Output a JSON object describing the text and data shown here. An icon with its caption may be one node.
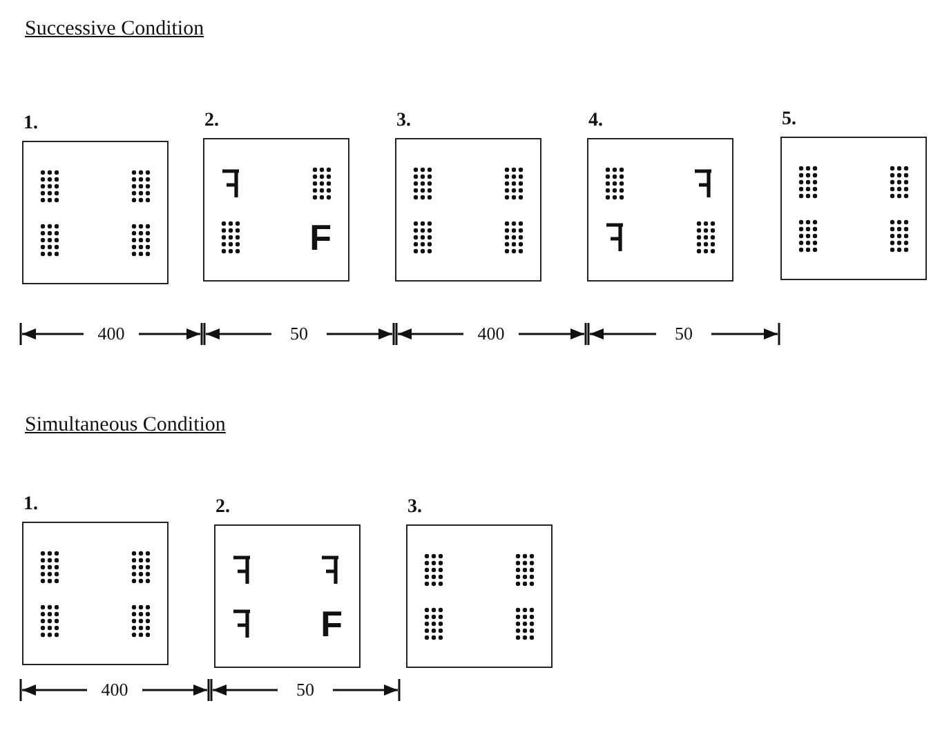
{
  "diagram": {
    "nodes": [
      {
        "text": [
          "1."
        ]
      },
      {
        "text": [
          "2.",
          "F"
        ]
      },
      {
        "text": [
          "3."
        ]
      },
      {
        "text": [
          "4."
        ]
      },
      {
        "text": [
          "5."
        ]
      },
      {
        "text": [
          "1."
        ]
      },
      {
        "text": [
          "2.",
          "F"
        ]
      },
      {
        "text": [
          "3."
        ]
      }
    ],
    "labels": [
      "Successive Condition",
      "400",
      "50",
      "400",
      "50",
      "Simultaneous Condition",
      "400",
      "50"
    ]
  }
}
